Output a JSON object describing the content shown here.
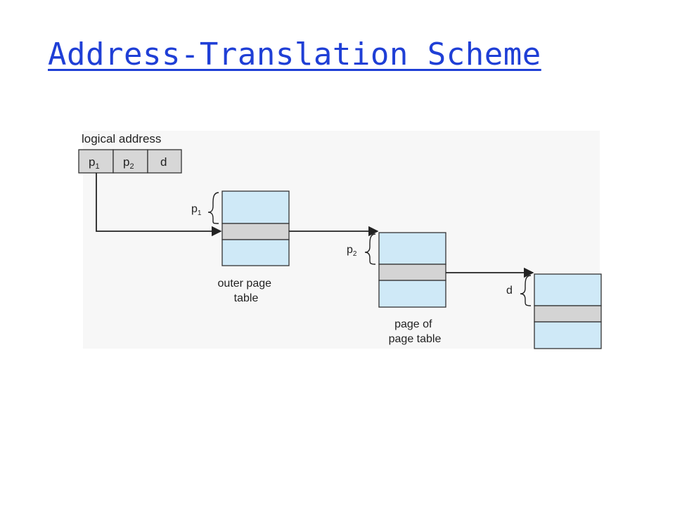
{
  "title": "Address-Translation Scheme",
  "diagram": {
    "logical_address_label": "logical address",
    "fields": [
      {
        "base": "p",
        "sub": "1"
      },
      {
        "base": "p",
        "sub": "2"
      },
      {
        "base": "d",
        "sub": ""
      }
    ],
    "braces": [
      {
        "base": "p",
        "sub": "1"
      },
      {
        "base": "p",
        "sub": "2"
      },
      {
        "base": "d",
        "sub": ""
      }
    ],
    "outer_table_label": [
      "outer page",
      "table"
    ],
    "page_table_label": [
      "page of",
      "page table"
    ]
  },
  "colors": {
    "title": "#1f3fd6",
    "table_fill": "#cfe9f7",
    "selected_entry": "#d4d4d4",
    "address_fill": "#d7d7d7",
    "diagram_background": "#f7f7f7"
  }
}
